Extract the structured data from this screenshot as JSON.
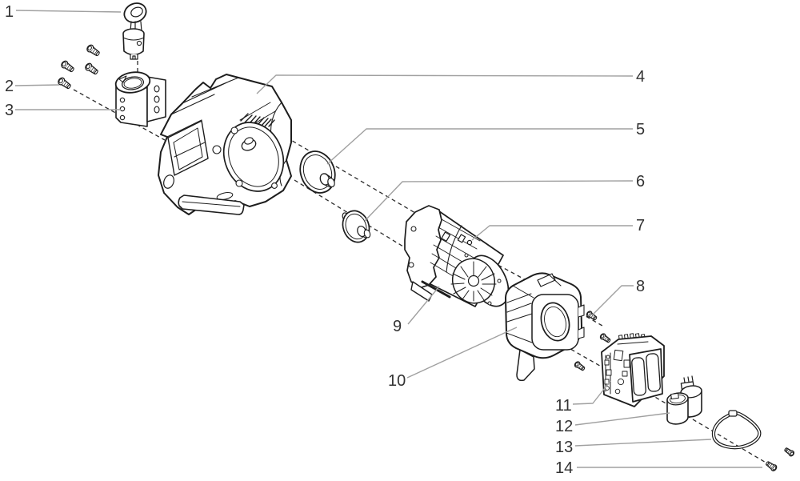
{
  "diagram": {
    "type": "exploded-parts-diagram",
    "background": "#ffffff",
    "colors": {
      "part_outline": "#1d1d1d",
      "leader_line": "#a0a0a0",
      "centerline_dash": "#2b2b2b",
      "label_text": "#333333"
    },
    "callouts": [
      {
        "label": "1",
        "part": "connecting-rod"
      },
      {
        "label": "2",
        "part": "screw-set"
      },
      {
        "label": "3",
        "part": "pump-clamp-block"
      },
      {
        "label": "4",
        "part": "gearbox-housing"
      },
      {
        "label": "5",
        "part": "large-gear"
      },
      {
        "label": "6",
        "part": "small-gear"
      },
      {
        "label": "7",
        "part": "motor"
      },
      {
        "label": "8",
        "part": "mounting-screws"
      },
      {
        "label": "9",
        "part": "motor-front"
      },
      {
        "label": "10",
        "part": "fan-shroud"
      },
      {
        "label": "11",
        "part": "control-board"
      },
      {
        "label": "12",
        "part": "capacitor"
      },
      {
        "label": "13",
        "part": "gasket"
      },
      {
        "label": "14",
        "part": "screw"
      }
    ]
  }
}
